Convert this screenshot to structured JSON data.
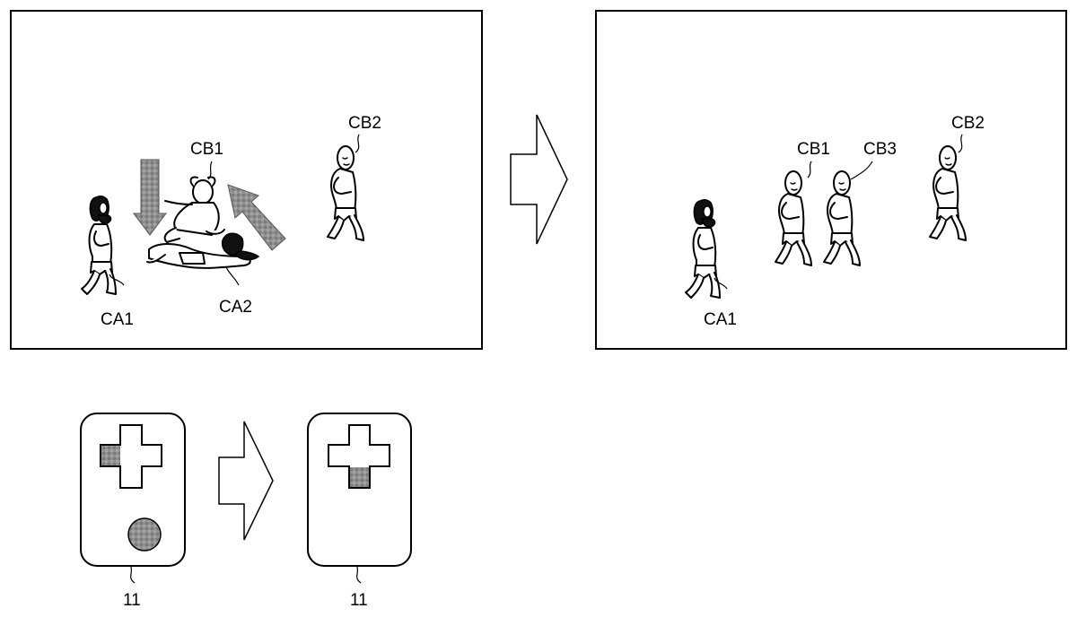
{
  "figure": {
    "before_scene": {
      "labels": {
        "ca1": "CA1",
        "ca2": "CA2",
        "cb1": "CB1",
        "cb2": "CB2"
      }
    },
    "after_scene": {
      "labels": {
        "ca1": "CA1",
        "cb1": "CB1",
        "cb3": "CB3",
        "cb2": "CB2"
      }
    },
    "controller_before": {
      "label": "11"
    },
    "controller_after": {
      "label": "11"
    },
    "colors": {
      "stroke": "#000000",
      "highlight_gray": "#8c8c8c",
      "background": "#ffffff"
    }
  }
}
